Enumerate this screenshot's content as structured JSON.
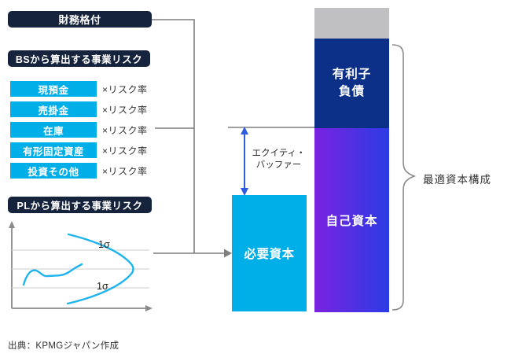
{
  "left": {
    "rating_label": "財務格付",
    "bs_header": "BSから算出する事業リスク",
    "bs_items": [
      {
        "label": "現預金",
        "factor": "×リスク率"
      },
      {
        "label": "売掛金",
        "factor": "×リスク率"
      },
      {
        "label": "在庫",
        "factor": "×リスク率"
      },
      {
        "label": "有形固定資産",
        "factor": "×リスク率"
      },
      {
        "label": "投資その他",
        "factor": "×リスク率"
      }
    ],
    "pl_header": "PLから算出する事業リスク",
    "chart": {
      "type": "illustrative-distribution",
      "sigma_top": "1σ",
      "sigma_bottom": "1σ"
    }
  },
  "right": {
    "bar": {
      "debt_line1": "有利子",
      "debt_line2": "負債",
      "equity_label": "自己資本"
    },
    "buffer_line1": "エクイティ・",
    "buffer_line2": "バッファー",
    "required_label": "必要資本",
    "brace_label": "最適資本構成"
  },
  "footer": {
    "source": "出典：KPMGジャパン作成"
  },
  "colors": {
    "header_navy": "#16233C",
    "item_cyan": "#00AEE8",
    "debt_navy": "#0C2F87",
    "equity_gradient_left": "#7A22E0",
    "equity_gradient_right": "#2B3CE5",
    "bar_top_gray": "#C0C0C3",
    "buffer_arrow_blue": "#2E5BE0",
    "connector_gray": "#7F7F7F",
    "curve_cyan": "#1FB4ED"
  }
}
